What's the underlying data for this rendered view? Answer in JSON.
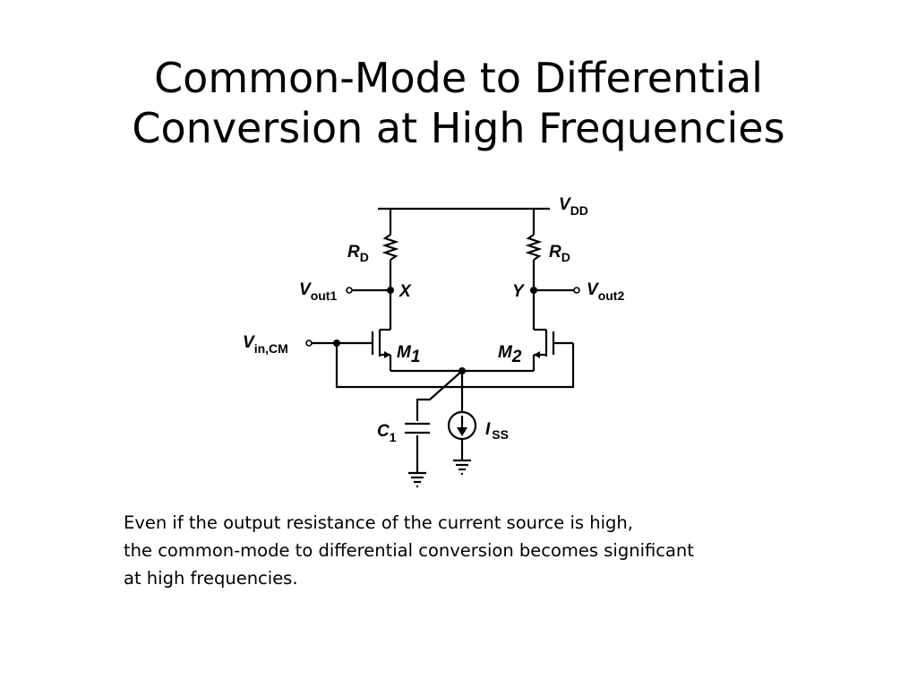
{
  "slide": {
    "title": {
      "line1": "Common-Mode to Differential",
      "line2": "Conversion at High Frequencies"
    },
    "circuit": {
      "vdd": {
        "main": "V",
        "sub": "DD"
      },
      "rd_left": {
        "main": "R",
        "sub": "D"
      },
      "rd_right": {
        "main": "R",
        "sub": "D"
      },
      "vout1": {
        "main": "V",
        "sub": "out1"
      },
      "vout2": {
        "main": "V",
        "sub": "out2"
      },
      "node_x": "X",
      "node_y": "Y",
      "vin_cm": {
        "main": "V",
        "sub": "in,CM"
      },
      "m1": {
        "main": "M",
        "sub": "1"
      },
      "m2": {
        "main": "M",
        "sub": "2"
      },
      "c1": {
        "main": "C",
        "sub": "1"
      },
      "iss": {
        "main": "I",
        "sub": "SS"
      }
    },
    "body": {
      "line1": "Even if the output resistance of the current source is high,",
      "line2": "the common-mode to differential conversion becomes significant",
      "line3": "at high frequencies."
    }
  }
}
